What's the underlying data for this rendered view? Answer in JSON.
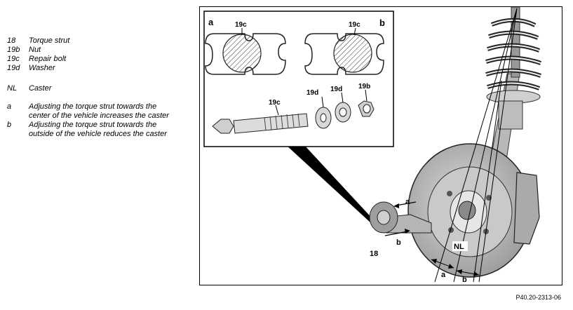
{
  "legend": {
    "items": [
      {
        "key": "18",
        "text": "Torque strut"
      },
      {
        "key": "19b",
        "text": "Nut"
      },
      {
        "key": "19c",
        "text": "Repair bolt"
      },
      {
        "key": "19d",
        "text": "Washer"
      }
    ],
    "caster": {
      "key": "NL",
      "text": "Caster"
    },
    "notes": [
      {
        "key": "a",
        "text": "Adjusting the torque strut towards the center of the vehicle increases the caster"
      },
      {
        "key": "b",
        "text": "Adjusting the torque strut towards the outside of the vehicle reduces the caster"
      }
    ]
  },
  "figure": {
    "detail_labels": {
      "panel_a": "a",
      "panel_b": "b",
      "bolt_a": "19c",
      "bolt_b": "19c",
      "repair_bolt": "19c",
      "washer_1": "19d",
      "washer_2": "19d",
      "nut": "19b"
    },
    "main_labels": {
      "strut": "18",
      "arrow_a": "a",
      "arrow_b": "b",
      "caster": "NL",
      "dim_a": "a",
      "dim_b": "b"
    }
  },
  "reference": "P40.20-2313-06"
}
